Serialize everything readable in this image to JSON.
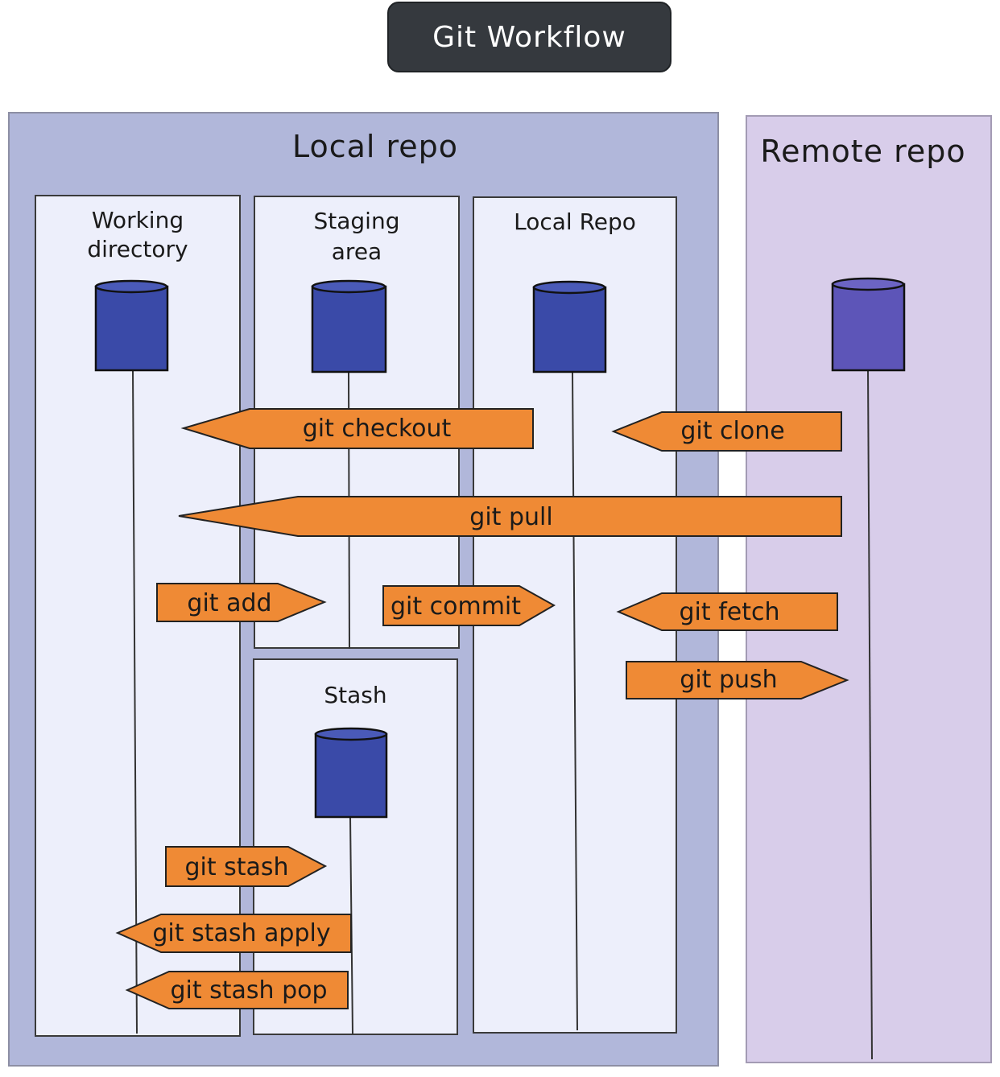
{
  "title": "Git Workflow",
  "regions": {
    "local": "Local repo",
    "remote": "Remote repo"
  },
  "lanes": {
    "working": [
      "Working",
      "directory"
    ],
    "staging": [
      "Staging",
      "area"
    ],
    "localrepo": [
      "Local Repo"
    ],
    "stash": [
      "Stash"
    ]
  },
  "commands": {
    "checkout": "git checkout",
    "clone": "git clone",
    "pull": "git pull",
    "add": "git add",
    "commit": "git commit",
    "fetch": "git fetch",
    "push": "git push",
    "stash": "git stash",
    "stash_apply": "git stash apply",
    "stash_pop": "git stash pop"
  },
  "colors": {
    "arrow_fill": "#ef8a35",
    "repo_cylinder": "#3a4aa8",
    "remote_cylinder": "#5d55b8",
    "local_region": "#b1b7da",
    "remote_region": "#d8cdea",
    "lane_fill": "#edeffb"
  }
}
